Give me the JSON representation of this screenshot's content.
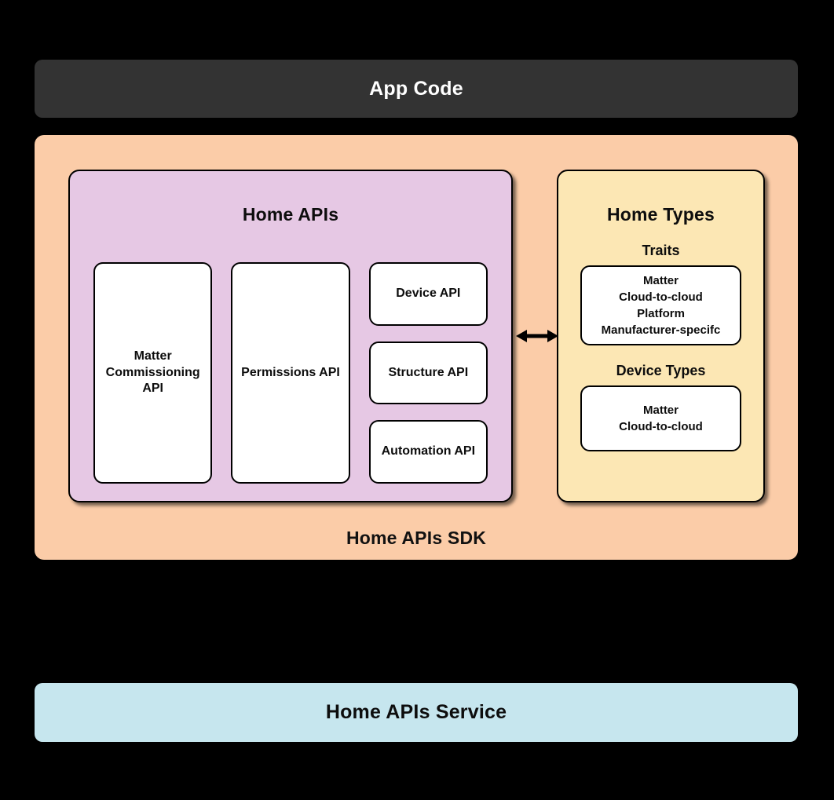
{
  "diagram": {
    "background_color": "#000000",
    "app_code": {
      "label": "App Code",
      "fill": "#333333",
      "text_color": "#FFFFFF"
    },
    "sdk": {
      "label": "Home APIs SDK",
      "fill": "#FBCCA8"
    },
    "home_apis": {
      "title": "Home APIs",
      "fill": "#E6C8E4",
      "boxes": [
        {
          "label": "Matter\nCommissioning\nAPI",
          "display": "Matter Commissioning API"
        },
        {
          "label": "Permissions API",
          "display": "Permissions API"
        },
        {
          "label": "Device API",
          "display": "Device API"
        },
        {
          "label": "Structure API",
          "display": "Structure API"
        },
        {
          "label": "Automation API",
          "display": "Automation API"
        }
      ],
      "column_1_label": "Matter Commissioning API",
      "column_2_label": "Permissions API",
      "column_3_items": [
        "Device API",
        "Structure API",
        "Automation API"
      ]
    },
    "home_types": {
      "title": "Home Types",
      "fill": "#FCE7B4",
      "groups": [
        {
          "heading": "Traits",
          "items": [
            "Matter",
            "Cloud-to-cloud",
            "Platform",
            "Manufacturer-specifc"
          ],
          "text": "Matter\nCloud-to-cloud\nPlatform\nManufacturer-specifc"
        },
        {
          "heading": "Device Types",
          "items": [
            "Matter",
            "Cloud-to-cloud"
          ],
          "text": "Matter\nCloud-to-cloud"
        }
      ]
    },
    "connector": {
      "name": "bidirectional-arrow",
      "direction": "both"
    },
    "service": {
      "label": "Home APIs Service",
      "fill": "#C6E6EE"
    }
  }
}
